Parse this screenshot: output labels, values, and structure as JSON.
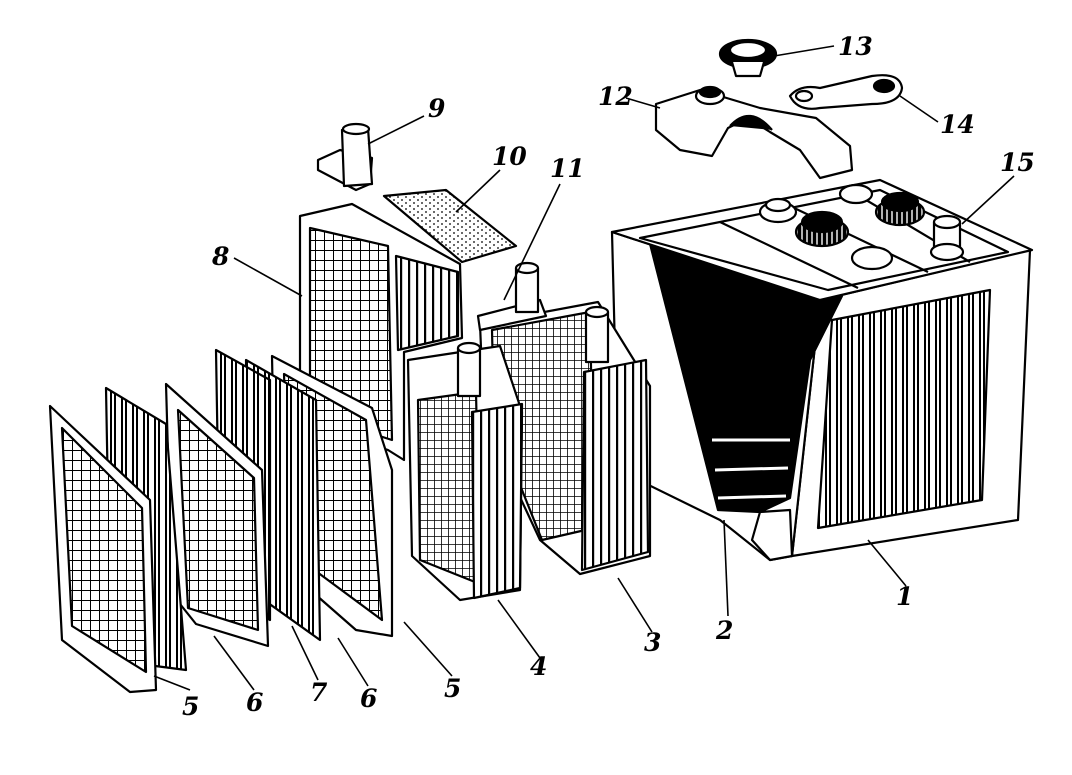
{
  "diagram": {
    "ink_color": "#000000",
    "paper_color": "#ffffff",
    "callouts": [
      {
        "id": "1",
        "label": "1"
      },
      {
        "id": "2",
        "label": "2"
      },
      {
        "id": "3",
        "label": "3"
      },
      {
        "id": "4",
        "label": "4"
      },
      {
        "id": "5a",
        "label": "5"
      },
      {
        "id": "5b",
        "label": "5"
      },
      {
        "id": "6a",
        "label": "6"
      },
      {
        "id": "6b",
        "label": "6"
      },
      {
        "id": "7",
        "label": "7"
      },
      {
        "id": "8",
        "label": "8"
      },
      {
        "id": "9",
        "label": "9"
      },
      {
        "id": "10",
        "label": "10"
      },
      {
        "id": "11",
        "label": "11"
      },
      {
        "id": "12",
        "label": "12"
      },
      {
        "id": "13",
        "label": "13"
      },
      {
        "id": "14",
        "label": "14"
      },
      {
        "id": "15",
        "label": "15"
      }
    ]
  }
}
